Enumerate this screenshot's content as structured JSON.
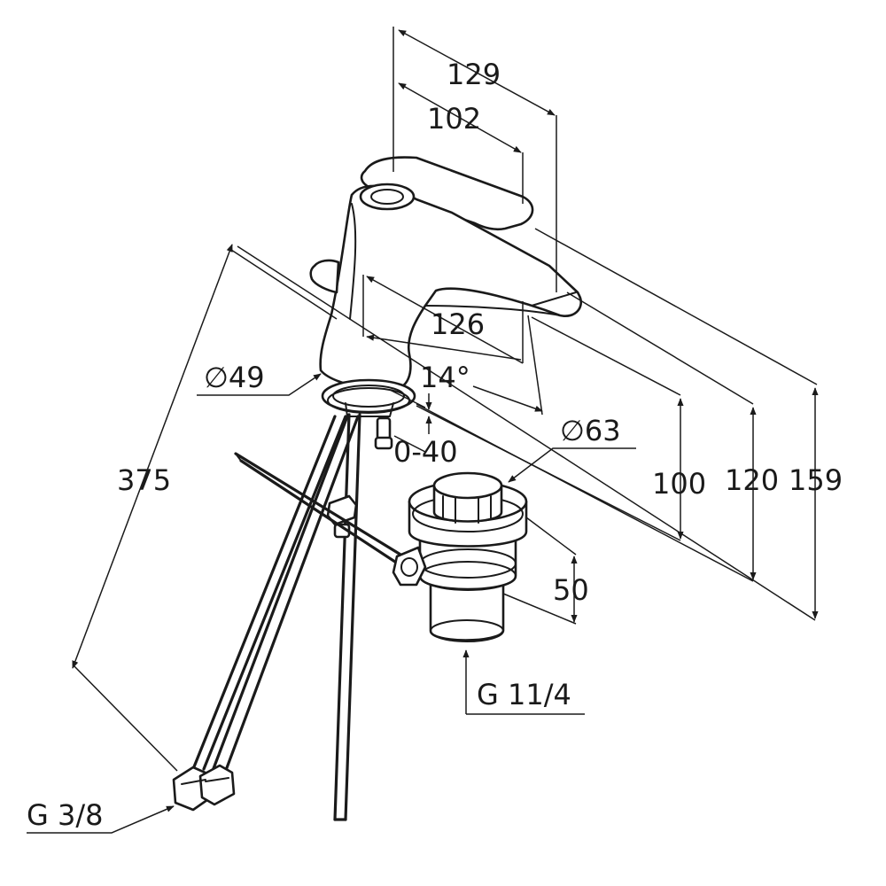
{
  "dimensions": {
    "top_width_129": "129",
    "top_width_102": "102",
    "spout_reach": "126",
    "spout_angle": "14°",
    "base_diameter": "∅49",
    "pop_up_range": "0-40",
    "drain_diameter": "∅63",
    "spout_height_100": "100",
    "height_120": "120",
    "total_height_159": "159",
    "drain_height": "50",
    "hose_length": "375",
    "drain_thread": "G 11/4",
    "hose_thread": "G 3/8"
  }
}
